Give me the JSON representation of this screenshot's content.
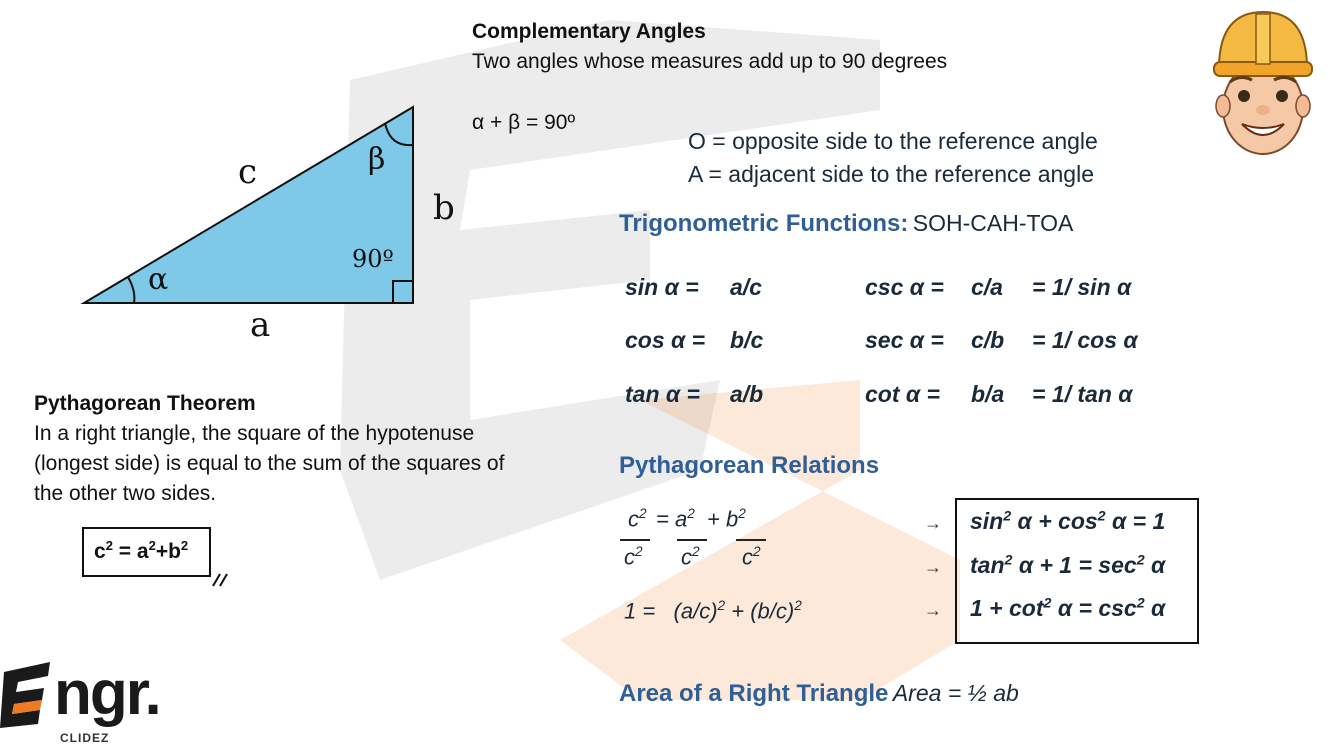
{
  "complementary": {
    "title": "Complementary Angles",
    "desc": "Two angles whose measures add up to 90 degrees",
    "formula": "α + β = 90º"
  },
  "triangle": {
    "side_c": "c",
    "side_b": "b",
    "side_a": "a",
    "angle_alpha": "α",
    "angle_beta": "β",
    "right_angle": "90º",
    "fill_color": "#7ec8e8"
  },
  "defs": {
    "opposite": "O = opposite side to the reference angle",
    "adjacent": "A = adjacent side to the reference angle"
  },
  "trig": {
    "heading": "Trigonometric Functions:",
    "mnemonic": "SOH-CAH-TOA",
    "rows": [
      {
        "fn": "sin α =",
        "ratio": "a/c",
        "rfn": "csc α =",
        "rratio": "c/a",
        "recip": "= 1/ sin α"
      },
      {
        "fn": "cos α =",
        "ratio": "b/c",
        "rfn": "sec α =",
        "rratio": "c/b",
        "recip": "= 1/ cos α"
      },
      {
        "fn": "tan α =",
        "ratio": "a/b",
        "rfn": "cot α =",
        "rratio": "b/a",
        "recip": "= 1/ tan α"
      }
    ]
  },
  "pythagorean_theorem": {
    "title": "Pythagorean Theorem",
    "line1": "In a right triangle, the square of the hypotenuse",
    "line2": "(longest side) is equal to the sum of the squares of",
    "line3": "the other two sides.",
    "formula_c": "c",
    "formula_eq": " = a",
    "formula_plus": "+b",
    "sq": "2"
  },
  "relations": {
    "heading": "Pythagorean Relations",
    "c": "c",
    "eq_a": "= a",
    "plus_b": "+ b",
    "den_c": "c",
    "sq": "2",
    "line3_lhs": "1 =",
    "line3_rhs1": "(a/c)",
    "line3_plus": "+ (b/c)",
    "arrow": "→",
    "id1": "sin",
    "id1b": " α + cos",
    "id1c": " α = 1",
    "id2": "tan",
    "id2b": " α + 1 = sec",
    "id2c": " α",
    "id3": "1 + cot",
    "id3b": " α = csc",
    "id3c": " α"
  },
  "area": {
    "heading": "Area of a Right Triangle",
    "formula": "Area = ½ ab"
  },
  "logo": {
    "text": "ngr.",
    "sub": "CLIDEZ",
    "accent": "#f07a22"
  }
}
